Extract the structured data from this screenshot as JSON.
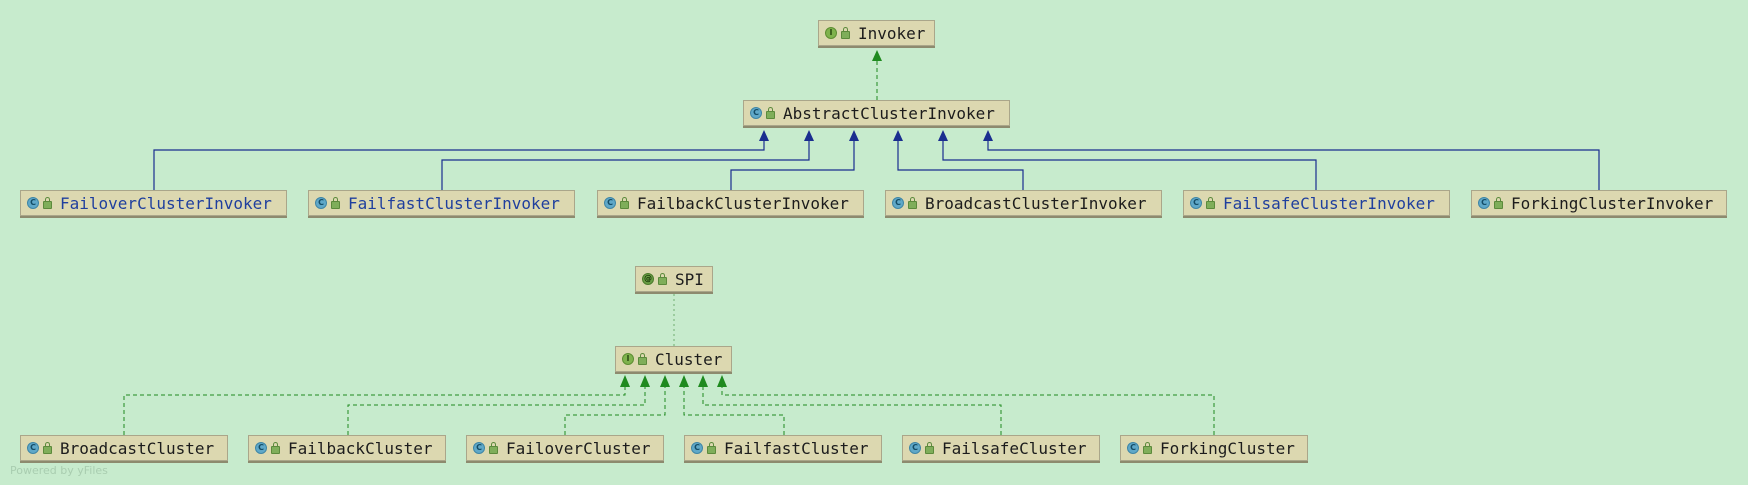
{
  "diagram": {
    "nodes": {
      "invoker": {
        "label": "Invoker",
        "kind": "interface",
        "kind_icon": "interface-icon"
      },
      "abstract_cluster_invoker": {
        "label": "AbstractClusterInvoker",
        "kind": "class",
        "kind_icon": "class-icon"
      },
      "failover_cluster_invoker": {
        "label": "FailoverClusterInvoker",
        "kind": "class",
        "kind_icon": "class-icon"
      },
      "failfast_cluster_invoker": {
        "label": "FailfastClusterInvoker",
        "kind": "class",
        "kind_icon": "class-icon"
      },
      "failback_cluster_invoker": {
        "label": "FailbackClusterInvoker",
        "kind": "class",
        "kind_icon": "class-icon"
      },
      "broadcast_cluster_invoker": {
        "label": "BroadcastClusterInvoker",
        "kind": "class",
        "kind_icon": "class-icon"
      },
      "failsafe_cluster_invoker": {
        "label": "FailsafeClusterInvoker",
        "kind": "class",
        "kind_icon": "class-icon"
      },
      "forking_cluster_invoker": {
        "label": "ForkingClusterInvoker",
        "kind": "class",
        "kind_icon": "class-icon"
      },
      "spi": {
        "label": "SPI",
        "kind": "annotation",
        "kind_icon": "annotation-icon"
      },
      "cluster": {
        "label": "Cluster",
        "kind": "interface",
        "kind_icon": "interface-icon"
      },
      "broadcast_cluster": {
        "label": "BroadcastCluster",
        "kind": "class",
        "kind_icon": "class-icon"
      },
      "failback_cluster": {
        "label": "FailbackCluster",
        "kind": "class",
        "kind_icon": "class-icon"
      },
      "failover_cluster": {
        "label": "FailoverCluster",
        "kind": "class",
        "kind_icon": "class-icon"
      },
      "failfast_cluster": {
        "label": "FailfastCluster",
        "kind": "class",
        "kind_icon": "class-icon"
      },
      "failsafe_cluster": {
        "label": "FailsafeCluster",
        "kind": "class",
        "kind_icon": "class-icon"
      },
      "forking_cluster": {
        "label": "ForkingCluster",
        "kind": "class",
        "kind_icon": "class-icon"
      }
    },
    "edges": [
      {
        "from": "abstract_cluster_invoker",
        "to": "invoker",
        "relation": "implements"
      },
      {
        "from": "failover_cluster_invoker",
        "to": "abstract_cluster_invoker",
        "relation": "extends"
      },
      {
        "from": "failfast_cluster_invoker",
        "to": "abstract_cluster_invoker",
        "relation": "extends"
      },
      {
        "from": "failback_cluster_invoker",
        "to": "abstract_cluster_invoker",
        "relation": "extends"
      },
      {
        "from": "broadcast_cluster_invoker",
        "to": "abstract_cluster_invoker",
        "relation": "extends"
      },
      {
        "from": "failsafe_cluster_invoker",
        "to": "abstract_cluster_invoker",
        "relation": "extends"
      },
      {
        "from": "forking_cluster_invoker",
        "to": "abstract_cluster_invoker",
        "relation": "extends"
      },
      {
        "from": "cluster",
        "to": "spi",
        "relation": "annotated-by"
      },
      {
        "from": "broadcast_cluster",
        "to": "cluster",
        "relation": "implements"
      },
      {
        "from": "failback_cluster",
        "to": "cluster",
        "relation": "implements"
      },
      {
        "from": "failover_cluster",
        "to": "cluster",
        "relation": "implements"
      },
      {
        "from": "failfast_cluster",
        "to": "cluster",
        "relation": "implements"
      },
      {
        "from": "failsafe_cluster",
        "to": "cluster",
        "relation": "implements"
      },
      {
        "from": "forking_cluster",
        "to": "cluster",
        "relation": "implements"
      }
    ]
  },
  "watermark": "Powered by yFiles",
  "colors": {
    "background": "#c7ebcd",
    "node_fill": "#dcd8b0",
    "extends_edge": "#1a2d8f",
    "implements_edge": "#1f8a1f",
    "annotation_edge": "#6fae6f",
    "highlight_label": "#1f3f9e"
  }
}
